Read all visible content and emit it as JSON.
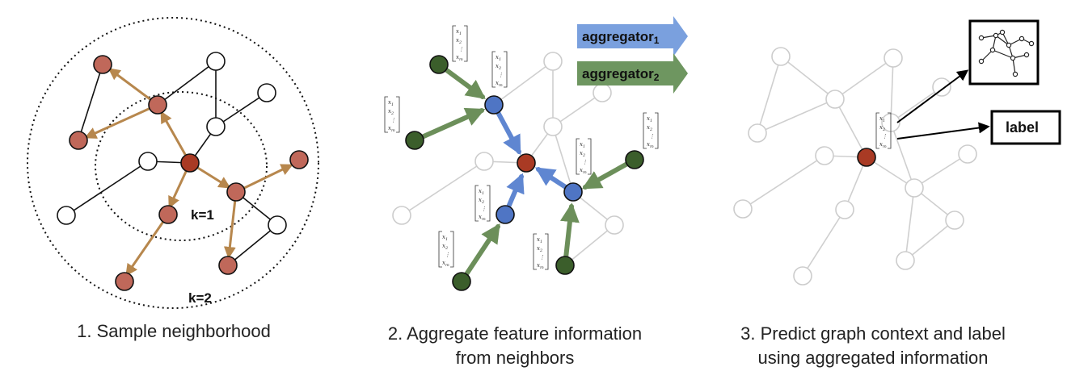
{
  "panels": [
    {
      "caption_lines": [
        "1. Sample neighborhood"
      ]
    },
    {
      "caption_lines": [
        "2. Aggregate feature information",
        "from neighbors"
      ]
    },
    {
      "caption_lines": [
        "3. Predict graph context and label",
        "using aggregated information"
      ]
    }
  ],
  "hop_labels": {
    "k1": "k=1",
    "k2": "k=2"
  },
  "aggregators": {
    "a1": "aggregator",
    "a1_sub": "1",
    "a2": "aggregator",
    "a2_sub": "2"
  },
  "output_label": "label",
  "feature_vector": {
    "x1": "x",
    "x1_sub": "1",
    "x2": "x",
    "x2_sub": "2",
    "dots": "⋮",
    "xm": "x",
    "xm_sub": "m"
  },
  "colors": {
    "target": "#a93a24",
    "sampled": "#c0685a",
    "blue": "#4f75c4",
    "green": "#3b5e2b",
    "brown_arrow": "#b7874d",
    "blue_arrow": "#5f86d1",
    "green_arrow": "#6c8f5a",
    "gray_node": "#c8c8c8"
  }
}
